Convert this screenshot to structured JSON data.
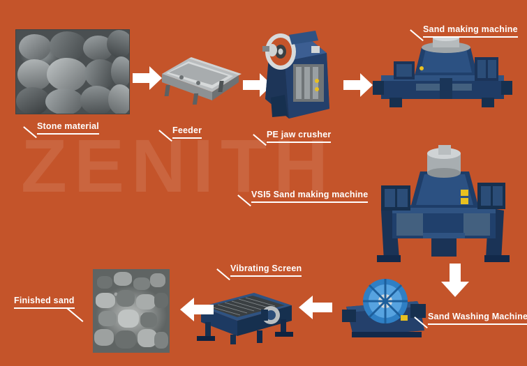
{
  "watermark": "ZENITH",
  "background_color": "#c4542a",
  "labels": [
    {
      "id": "stone-material",
      "text": "Stone material"
    },
    {
      "id": "feeder",
      "text": "Feeder"
    },
    {
      "id": "pe-jaw-crusher",
      "text": "PE jaw crusher"
    },
    {
      "id": "sand-making-machine",
      "text": "Sand making machine"
    },
    {
      "id": "vsi5-sand-making-machine",
      "text": "VSI5 Sand making machine"
    },
    {
      "id": "sand-washing-machine",
      "text": "Sand Washing Machine"
    },
    {
      "id": "vibrating-screen",
      "text": "Vibrating Screen"
    },
    {
      "id": "finished-sand",
      "text": "Finished sand"
    }
  ],
  "flow": {
    "steps": [
      "Stone material",
      "Feeder",
      "PE jaw crusher",
      "Sand making machine",
      "VSI5 Sand making machine",
      "Sand Washing Machine",
      "Vibrating Screen",
      "Finished sand"
    ],
    "arrow_color": "#ffffff"
  }
}
